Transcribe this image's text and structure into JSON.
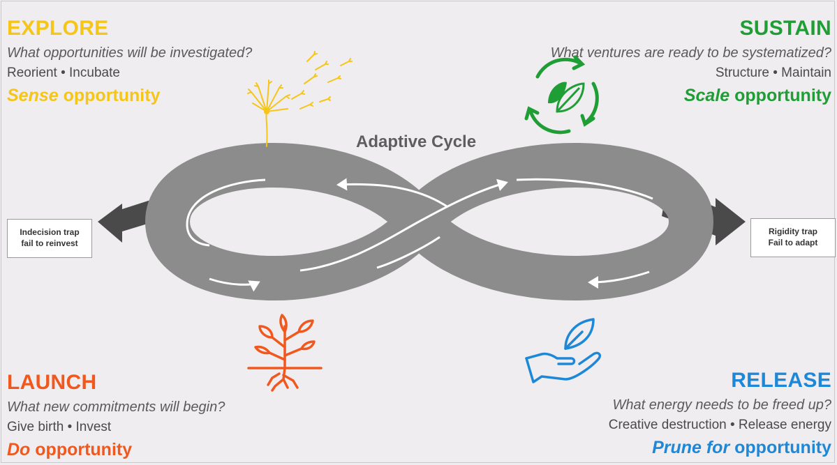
{
  "colors": {
    "explore": "#f5c518",
    "sustain": "#1e9e35",
    "launch": "#f0581e",
    "release": "#1e88d8",
    "road": "#8c8c8c",
    "arrow": "#4a4a4a"
  },
  "diagram": {
    "title": "Adaptive Cycle"
  },
  "explore": {
    "title": "EXPLORE",
    "question": "What opportunities will be investigated?",
    "actions": "Reorient • Incubate",
    "tag_em": "Sense",
    "tag_rest": " opportunity",
    "icon": "dandelion-icon"
  },
  "sustain": {
    "title": "SUSTAIN",
    "question": "What ventures are ready to be systematized?",
    "actions": "Structure • Maintain",
    "tag_em": "Scale",
    "tag_rest": " opportunity",
    "icon": "recycle-leaf-icon"
  },
  "launch": {
    "title": "LAUNCH",
    "question": "What new commitments will begin?",
    "actions": "Give birth • Invest",
    "tag_em": "Do",
    "tag_rest": " opportunity",
    "icon": "sprout-roots-icon"
  },
  "release": {
    "title": "RELEASE",
    "question": "What energy needs to be freed up?",
    "actions": "Creative destruction • Release energy",
    "tag_em": "Prune for",
    "tag_rest": " opportunity",
    "icon": "hand-leaf-icon"
  },
  "traps": {
    "left": {
      "line1": "Indecision trap",
      "line2": "fail to reinvest"
    },
    "right": {
      "line1": "Rigidity trap",
      "line2": "Fail to adapt"
    }
  }
}
